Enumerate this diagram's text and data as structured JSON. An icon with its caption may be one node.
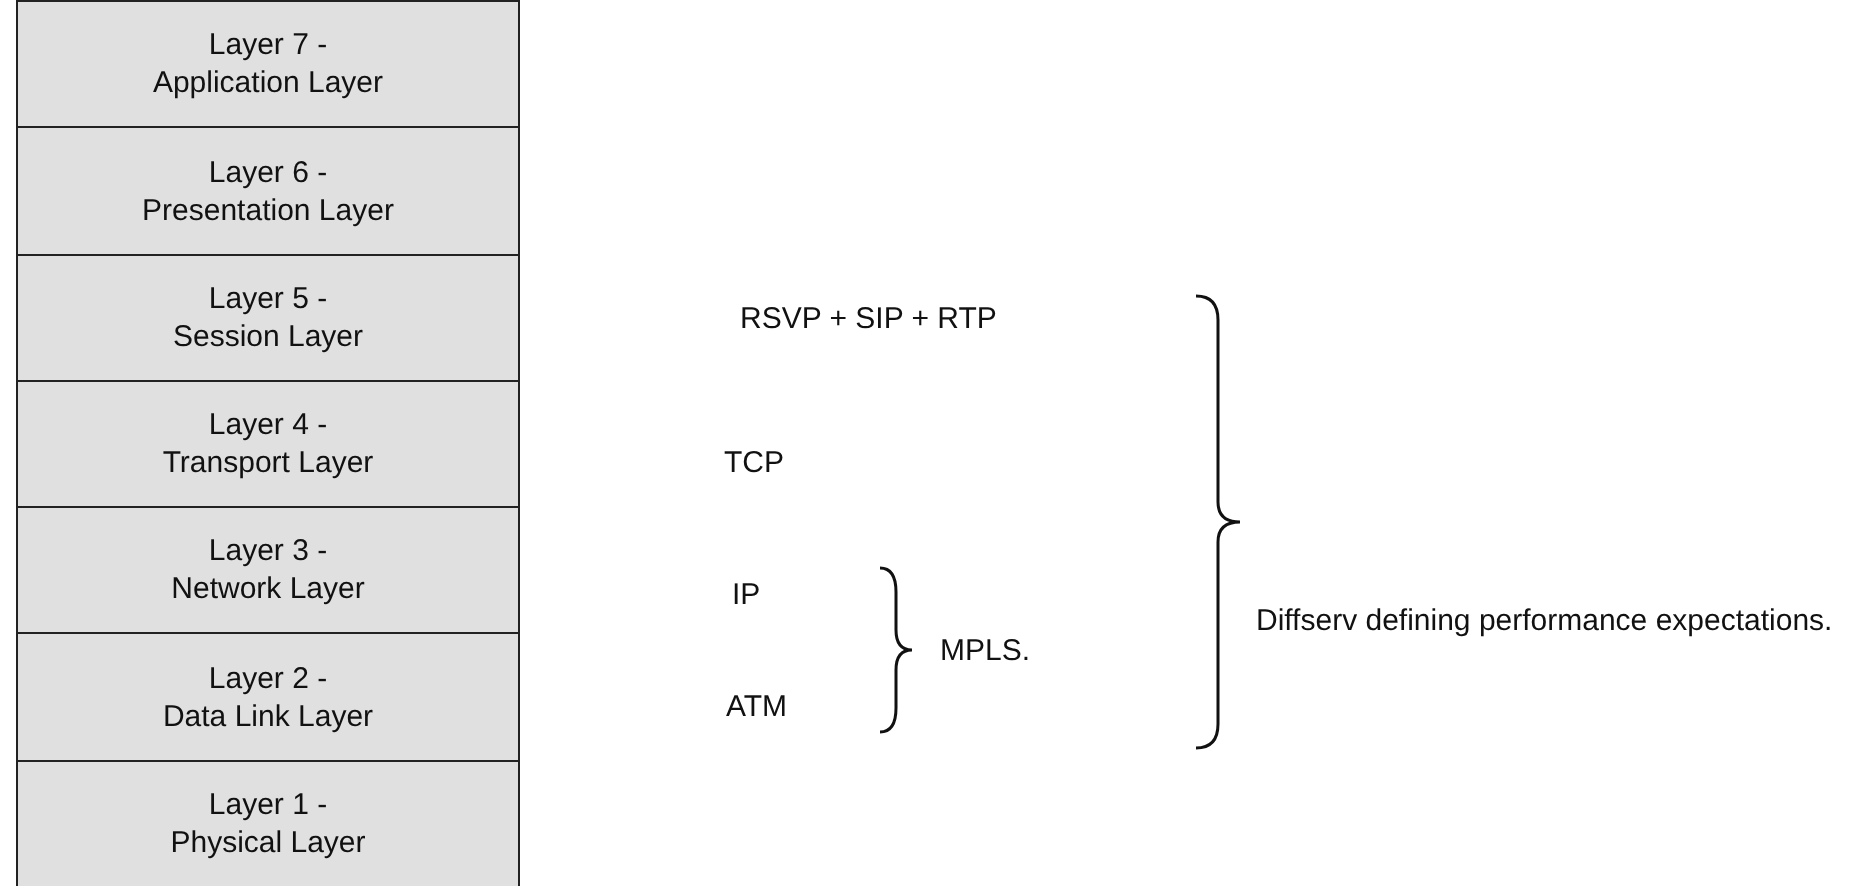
{
  "diagram": {
    "nodes": [
      {
        "text": [
          "Layer 7 - Application Layer"
        ]
      },
      {
        "text": [
          "Layer 6 - Presentation Layer"
        ]
      },
      {
        "text": [
          "Layer 5 - Session Layer"
        ]
      },
      {
        "text": [
          "Layer 4 - Transport Layer"
        ]
      },
      {
        "text": [
          "Layer 3 - Network Layer"
        ]
      },
      {
        "text": [
          "Layer 2 - Data Link Layer"
        ]
      },
      {
        "text": [
          "Layer 1 - Physical Layer"
        ]
      }
    ],
    "edges": [],
    "labels": [
      "RSVP + SIP + RTP",
      "TCP",
      "IP",
      "ATM",
      "MPLS.",
      "Diffserv defining performance expectations."
    ]
  }
}
